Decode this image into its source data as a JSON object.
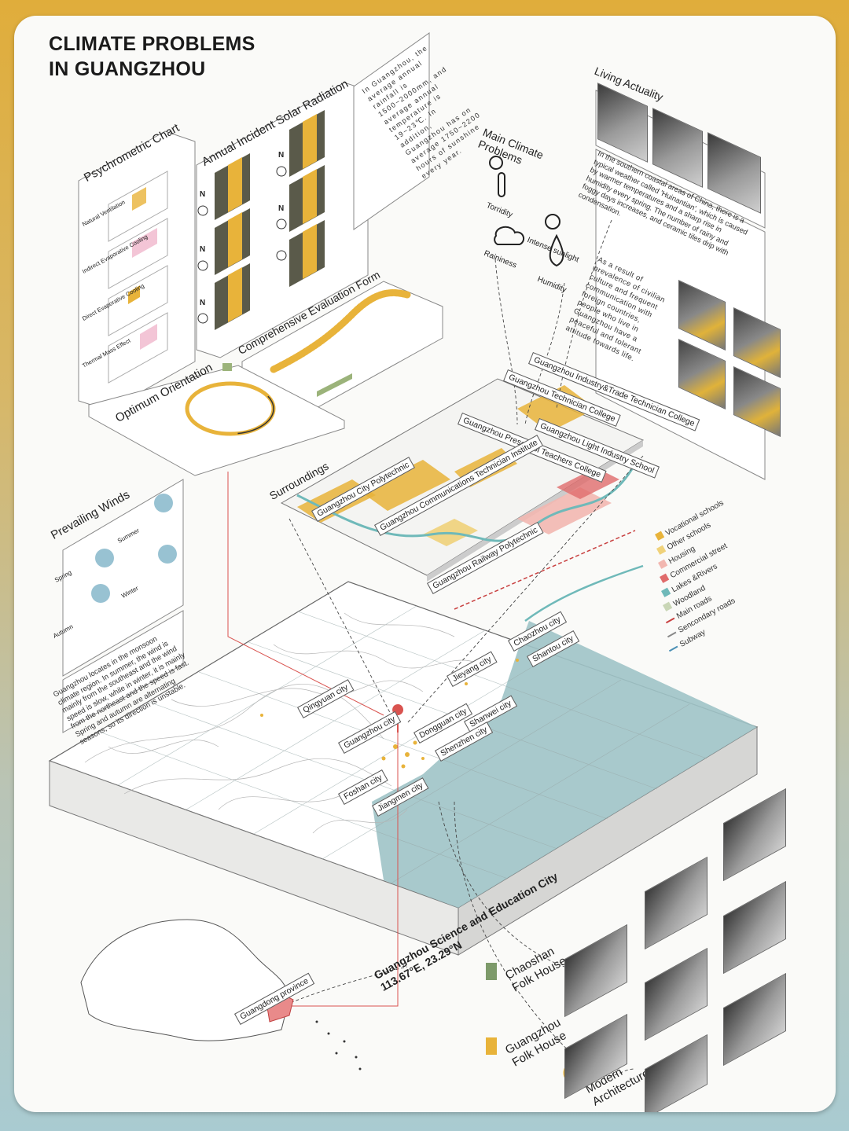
{
  "title": {
    "line1": "CLIMATE PROBLEMS",
    "line2": "IN GUANGZHOU"
  },
  "panels": {
    "psychrometric": {
      "label": "Psychrometric Chart",
      "rows": [
        "Natural Ventilation",
        "Indirect Evaporative Cooling",
        "Direct Evaporative Cooling",
        "Thermal Mass Effect"
      ]
    },
    "solar": {
      "label": "Annual Incident Solar Radiation",
      "north": "N"
    },
    "rainfall_text": "In Guangzhou, the average annual rainfall is 1500~2000mm, and average annual temperature is 19~23℃. In addition, Guangzhou has on average 1750~2200 hours of sunshine every year.",
    "evaluation": {
      "label": "Comprehensive Evaluation Form"
    },
    "orientation": {
      "label": "Optimum Orientation"
    },
    "winds": {
      "label": "Prevailing Winds",
      "seasons": [
        "Spring",
        "Summer",
        "Autumn",
        "Winter"
      ],
      "text": "Guangzhou locates in the monsoon climate region. In summer, the wind is mainly from the southeast and the wind speed is slow, while in winter, it is mainly from the northeast and the speed is fast. Spring and autumn are alternating seasons, so its direction is unstable."
    },
    "climate_problems": {
      "label": "Main Climate Problems",
      "items": [
        "Torridity",
        "Intense sunlight",
        "Raininess",
        "Humidity"
      ]
    },
    "living": {
      "label": "Living Actuality",
      "text1": "In the southern coastal areas of China, there is a typical weather called 'Huinantian', which is caused by warmer temperatures and a sharp rise in humidity every spring. The number of rainy and foggy days increases, and ceramic tiles drip with condensation.",
      "text2": "As a result of prevalence of civilian culture and frequent communication with foreign countries, people who live in Guangzhou have a peaceful and tolerant attitude towards life."
    }
  },
  "surroundings": {
    "label": "Surroundings",
    "schools": [
      "Guangzhou Industry&Trade Technician College",
      "Guangzhou Technician College",
      "Guangzhou Preschool Teachers College",
      "Guangzhou Light Industry School",
      "Guangzhou City Polytechnic",
      "Guangzhou Communications Technician Institute",
      "Guangzhou Railway Polytechnic"
    ],
    "legend": [
      "Vocational schools",
      "Other schools",
      "Housing",
      "Commercial street",
      "Lakes &Rivers",
      "Woodland",
      "Main roads",
      "Sencondary roads",
      "Subway"
    ],
    "legend_colors": [
      "#e8b33a",
      "#f0d27a",
      "#f2b7b0",
      "#e06b6b",
      "#6fb9b9",
      "#c9d6b6",
      "#c84040",
      "#888888",
      "#4a8fb5"
    ]
  },
  "cities": [
    "Chaozhou city",
    "Shantou city",
    "Jieyang city",
    "Qingyuan city",
    "Guangzhou city",
    "Dongguan city",
    "Shanwei city",
    "Shenzhen city",
    "Foshan city",
    "Jiangmen city"
  ],
  "site": {
    "line1": "Guangzhou Science and Education City",
    "line2": "113.67°E, 23.29°N"
  },
  "province_label": "Guangdong province",
  "categories": [
    {
      "label": "Chaoshan Folk House",
      "color": "#7d9a6a"
    },
    {
      "label": "Guangzhou Folk House",
      "color": "#e8b33a"
    },
    {
      "label": "Modern Architecture",
      "color": "#e8b33a"
    }
  ],
  "colors": {
    "accent": "#e8b33a",
    "sea": "#9fc3c6",
    "red": "#d9534f"
  }
}
